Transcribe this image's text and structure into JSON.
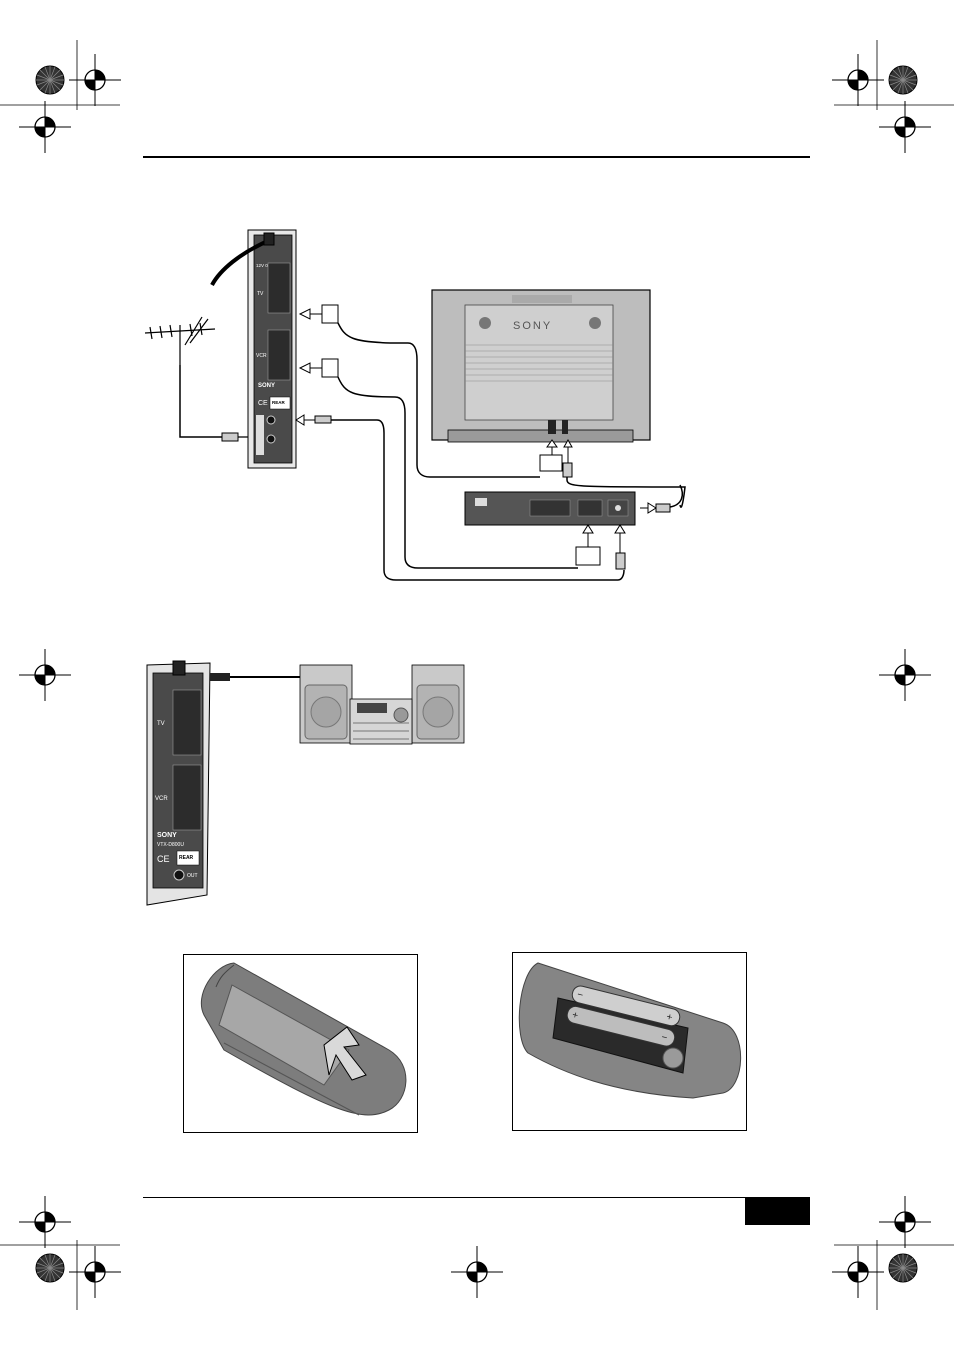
{
  "header": {
    "title": ""
  },
  "footer": {
    "page_number": ""
  },
  "diagram1": {
    "stb_labels": {
      "tv": "TV",
      "vcr": "VCR",
      "brand": "SONY",
      "rear_tag": "REAR",
      "ce": "CE",
      "power_spec": "12V 0.5A"
    },
    "tv_brand": "SONY"
  },
  "diagram2": {
    "stb_labels": {
      "tv": "TV",
      "vcr": "VCR",
      "brand": "SONY",
      "model": "VTX-D800U",
      "rear_tag": "REAR",
      "ce": "CE",
      "out_label": "OUT"
    }
  }
}
